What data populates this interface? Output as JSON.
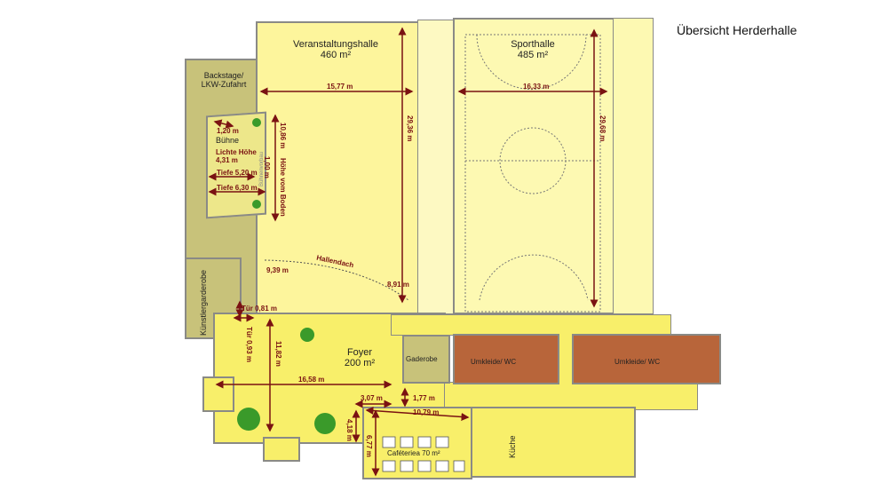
{
  "title": "Übersicht Herderhalle",
  "rooms": {
    "veranstaltungshalle": {
      "name": "Veranstaltungshalle",
      "area": "460 m²"
    },
    "sporthalle": {
      "name": "Sporthalle",
      "area": "485 m²"
    },
    "backstage": {
      "name": "Backstage/ LKW-Zufahrt"
    },
    "buehne": {
      "name": "Bühne",
      "clear_height_label": "Lichte Höhe",
      "clear_height": "4,31 m",
      "front_label": "Bühnenvorbau"
    },
    "kuenstlergarderobe": {
      "name": "Künstlergarderobe"
    },
    "foyer": {
      "name": "Foyer",
      "area": "200 m²"
    },
    "gaderobe": {
      "name": "Gaderobe"
    },
    "umkleide1": {
      "name": "Umkleide/ WC"
    },
    "umkleide2": {
      "name": "Umkleide/ WC"
    },
    "cafeteria": {
      "name": "Caféteriea 70 m²"
    },
    "kueche": {
      "name": "Küche"
    }
  },
  "dimensions": {
    "hall_width": "15,77 m",
    "hall_length": "29,36 m",
    "sport_width": "16,33 m",
    "sport_length": "29,68 m",
    "stage_top": "1,20 m",
    "stage_depth1": "Tiefe 5,20 m",
    "stage_depth2": "Tiefe 6,30 m",
    "stage_width": "10,86 m",
    "stage_height": "1,00 m",
    "stage_height_label": "Höhe vom Boden",
    "roof_label": "Hallendach",
    "roof_left": "9,39 m",
    "roof_right": "8,91 m",
    "door1": "Tür 0,81 m",
    "door2": "Tür 0,93 m",
    "foyer_depth": "11,82 m",
    "foyer_width": "16,58 m",
    "d307": "3,07 m",
    "d177": "1,77 m",
    "d1079": "10,79 m",
    "d418": "4,18 m",
    "d677": "6,77 m"
  },
  "colors": {
    "dim": "#7a1212",
    "hall": "#fdf59c",
    "foyer": "#f8ef6a",
    "olive": "#c8c27a",
    "umkleide": "#b8653a"
  }
}
